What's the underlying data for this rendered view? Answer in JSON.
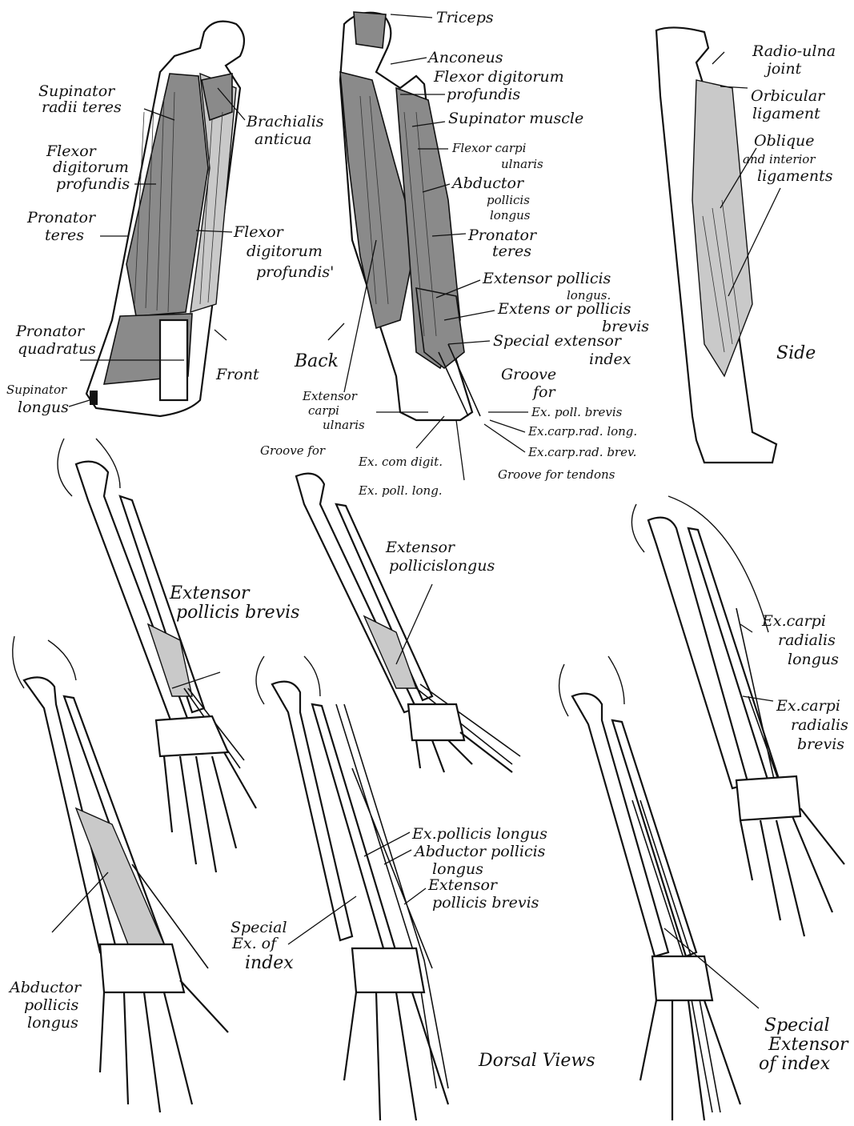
{
  "figures": {
    "front": {
      "view_label": "Front",
      "labels": {
        "supinator_radii_teres": [
          "Supinator",
          "radii teres"
        ],
        "brachialis_anticus": [
          "Brachialis",
          "anticua"
        ],
        "flexor_dig_prof_left": [
          "Flexor",
          "digitorum",
          "profundis"
        ],
        "pronator_teres": [
          "Pronator",
          "teres"
        ],
        "flexor_dig_prof_right": [
          "Flexor",
          "digitorum",
          "profundis'"
        ],
        "pronator_quadratus": [
          "Pronator",
          "quadratus"
        ],
        "supinator_longus": [
          "Supinator",
          "longus"
        ]
      }
    },
    "back": {
      "view_label": "Back",
      "labels": {
        "triceps": "Triceps",
        "anconeus": "Anconeus",
        "flexor_dig_prof": [
          "Flexor digitorum",
          "profundis"
        ],
        "supinator_muscle": "Supinator muscle",
        "flexor_carpi_ulnaris": [
          "Flexor carpi",
          "ulnaris"
        ],
        "abductor_pollicis_longus": [
          "Abductor",
          "pollicis",
          "longus"
        ],
        "pronator_teres": [
          "Pronator",
          "teres"
        ],
        "ext_poll_longus": [
          "Extensor pollicis",
          "longus."
        ],
        "ext_poll_brevis": [
          "Extens or pollicis",
          "brevis"
        ],
        "special_ext_index": [
          "Special extensor",
          "index"
        ],
        "extensor_carpi_ulnaris": [
          "Extensor",
          "carpi",
          "ulnaris"
        ],
        "groove_for_top": [
          "Groove",
          "for"
        ],
        "ex_poll_brevis": "Ex. poll. brevis",
        "ex_carp_rad_long": "Ex.carp.rad. long.",
        "ex_carp_rad_brev": "Ex.carp.rad. brev.",
        "groove_for_tendons": "Groove for tendons",
        "groove_for_bottom": "Groove for",
        "ex_com_digit": "Ex. com digit.",
        "ex_poll_long": "Ex. poll. long."
      }
    },
    "side": {
      "view_label": "Side",
      "labels": {
        "radio_ulna_joint": [
          "Radio-ulna",
          "joint"
        ],
        "orbicular_ligament": [
          "Orbicular",
          "ligament"
        ],
        "oblique_ligaments": [
          "Oblique",
          "and interior",
          "ligaments"
        ]
      }
    },
    "dorsal": {
      "caption": "Dorsal Views",
      "labels": {
        "extensor_pollicis_brevis": [
          "Extensor",
          "pollicis brevis"
        ],
        "extensor_pollicis_longus": [
          "Extensor",
          "pollicislongus"
        ],
        "ex_carpi_rad_longus": [
          "Ex.carpi",
          "radialis",
          "longus"
        ],
        "ex_carpi_rad_brevis": [
          "Ex.carpi",
          "radialis",
          "brevis"
        ],
        "abductor_pollicis_longus": [
          "Abductor",
          "pollicis",
          "longus"
        ],
        "ex_poll_longus_2": "Ex.pollicis longus",
        "abductor_poll_longus_2": [
          "Abductor pollicis",
          "longus"
        ],
        "extensor_poll_brevis_2": [
          "Extensor",
          "pollicis brevis"
        ],
        "special_ex_index": [
          "Special",
          "Ex. of",
          "index"
        ],
        "special_extensor_index": [
          "Special",
          "Extensor",
          "of index"
        ]
      }
    }
  }
}
